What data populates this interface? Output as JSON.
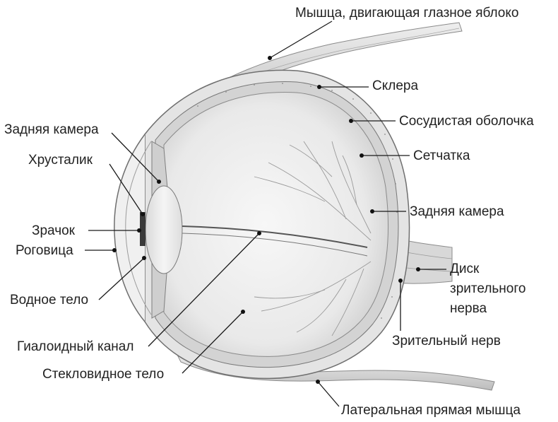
{
  "diagram": {
    "labels": {
      "muscle_top": "Мышца, двигающая глазное яблоко",
      "sclera": "Склера",
      "choroid": "Сосудистая оболочка",
      "retina": "Сетчатка",
      "posterior_chamber_right": "Задняя камера",
      "optic_disc_line1": "Диск",
      "optic_disc_line2": "зрительного",
      "optic_disc_line3": "нерва",
      "optic_nerve": "Зрительный нерв",
      "lateral_rectus": "Латеральная прямая мышца",
      "posterior_chamber_left": "Задняя камера",
      "lens": "Хрусталик",
      "pupil": "Зрачок",
      "cornea": "Роговица",
      "aqueous": "Водное тело",
      "hyaloid_canal": "Гиалоидный канал",
      "vitreous": "Стекловидное тело"
    }
  }
}
